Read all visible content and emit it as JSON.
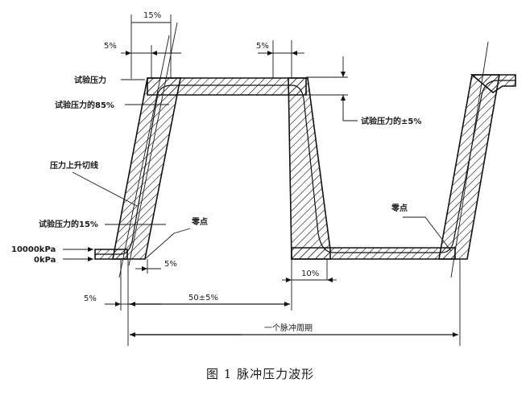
{
  "diagram": {
    "labels": {
      "top_15pct": "15%",
      "left_5pct_top": "5%",
      "right_5pct_top": "5%",
      "test_pressure": "试验压力",
      "test_pressure_85": "试验压力的85%",
      "test_pressure_pm5": "试验压力的±5%",
      "rise_tangent": "压力上升切线",
      "test_pressure_15": "试验压力的15%",
      "zero_point_left": "零点",
      "zero_point_right": "零点",
      "level_10000kpa": "10000kPa",
      "level_0kpa": "0kPa",
      "bottom_5pct_inner": "5%",
      "bottom_10pct": "10%",
      "bottom_5pct_left": "5%",
      "bottom_50pm5": "50±5%",
      "one_pulse_cycle": "一个脉冲周期"
    },
    "caption": "图 1   脉冲压力波形"
  }
}
